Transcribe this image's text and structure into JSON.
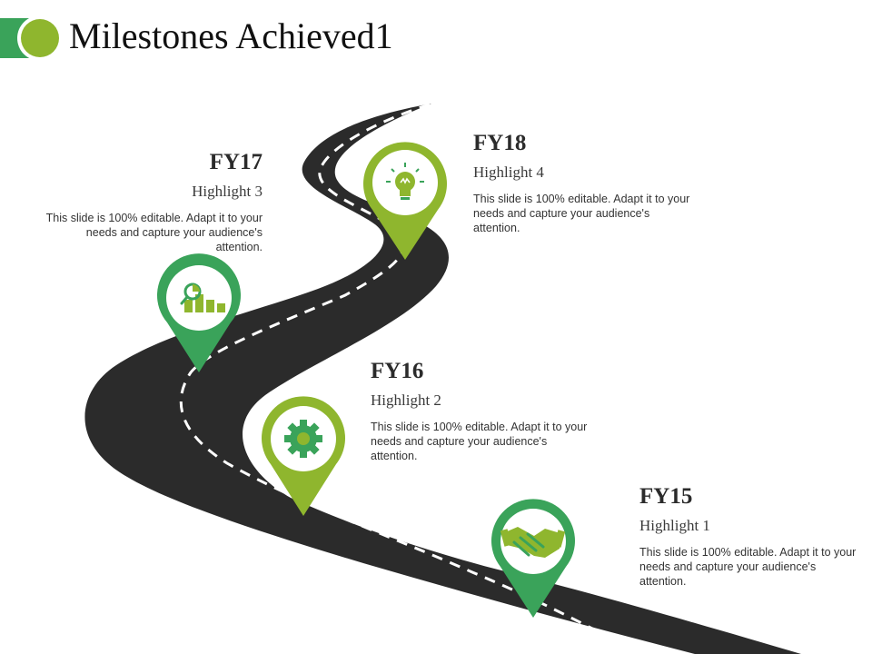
{
  "slide": {
    "title": "Milestones Achieved1",
    "colors": {
      "dark_green": "#3aa35a",
      "lime_green": "#8fb62e",
      "road": "#2b2b2b",
      "road_dash": "#ffffff"
    }
  },
  "milestones": [
    {
      "year": "FY15",
      "highlight": "Highlight 1",
      "description": "This slide is 100% editable. Adapt it to your needs and capture your audience's attention.",
      "icon": "handshake-icon",
      "pin_color": "#3aa35a"
    },
    {
      "year": "FY16",
      "highlight": "Highlight 2",
      "description": "This slide is 100% editable. Adapt it to your needs and capture your audience's attention.",
      "icon": "gear-icon",
      "pin_color": "#8fb62e"
    },
    {
      "year": "FY17",
      "highlight": "Highlight 3",
      "description": "This slide is 100% editable. Adapt it to your needs and capture your audience's attention.",
      "icon": "analytics-magnifier-icon",
      "pin_color": "#3aa35a"
    },
    {
      "year": "FY18",
      "highlight": "Highlight 4",
      "description": "This slide is 100% editable. Adapt it to your needs and capture your audience's attention.",
      "icon": "lightbulb-icon",
      "pin_color": "#8fb62e"
    }
  ]
}
